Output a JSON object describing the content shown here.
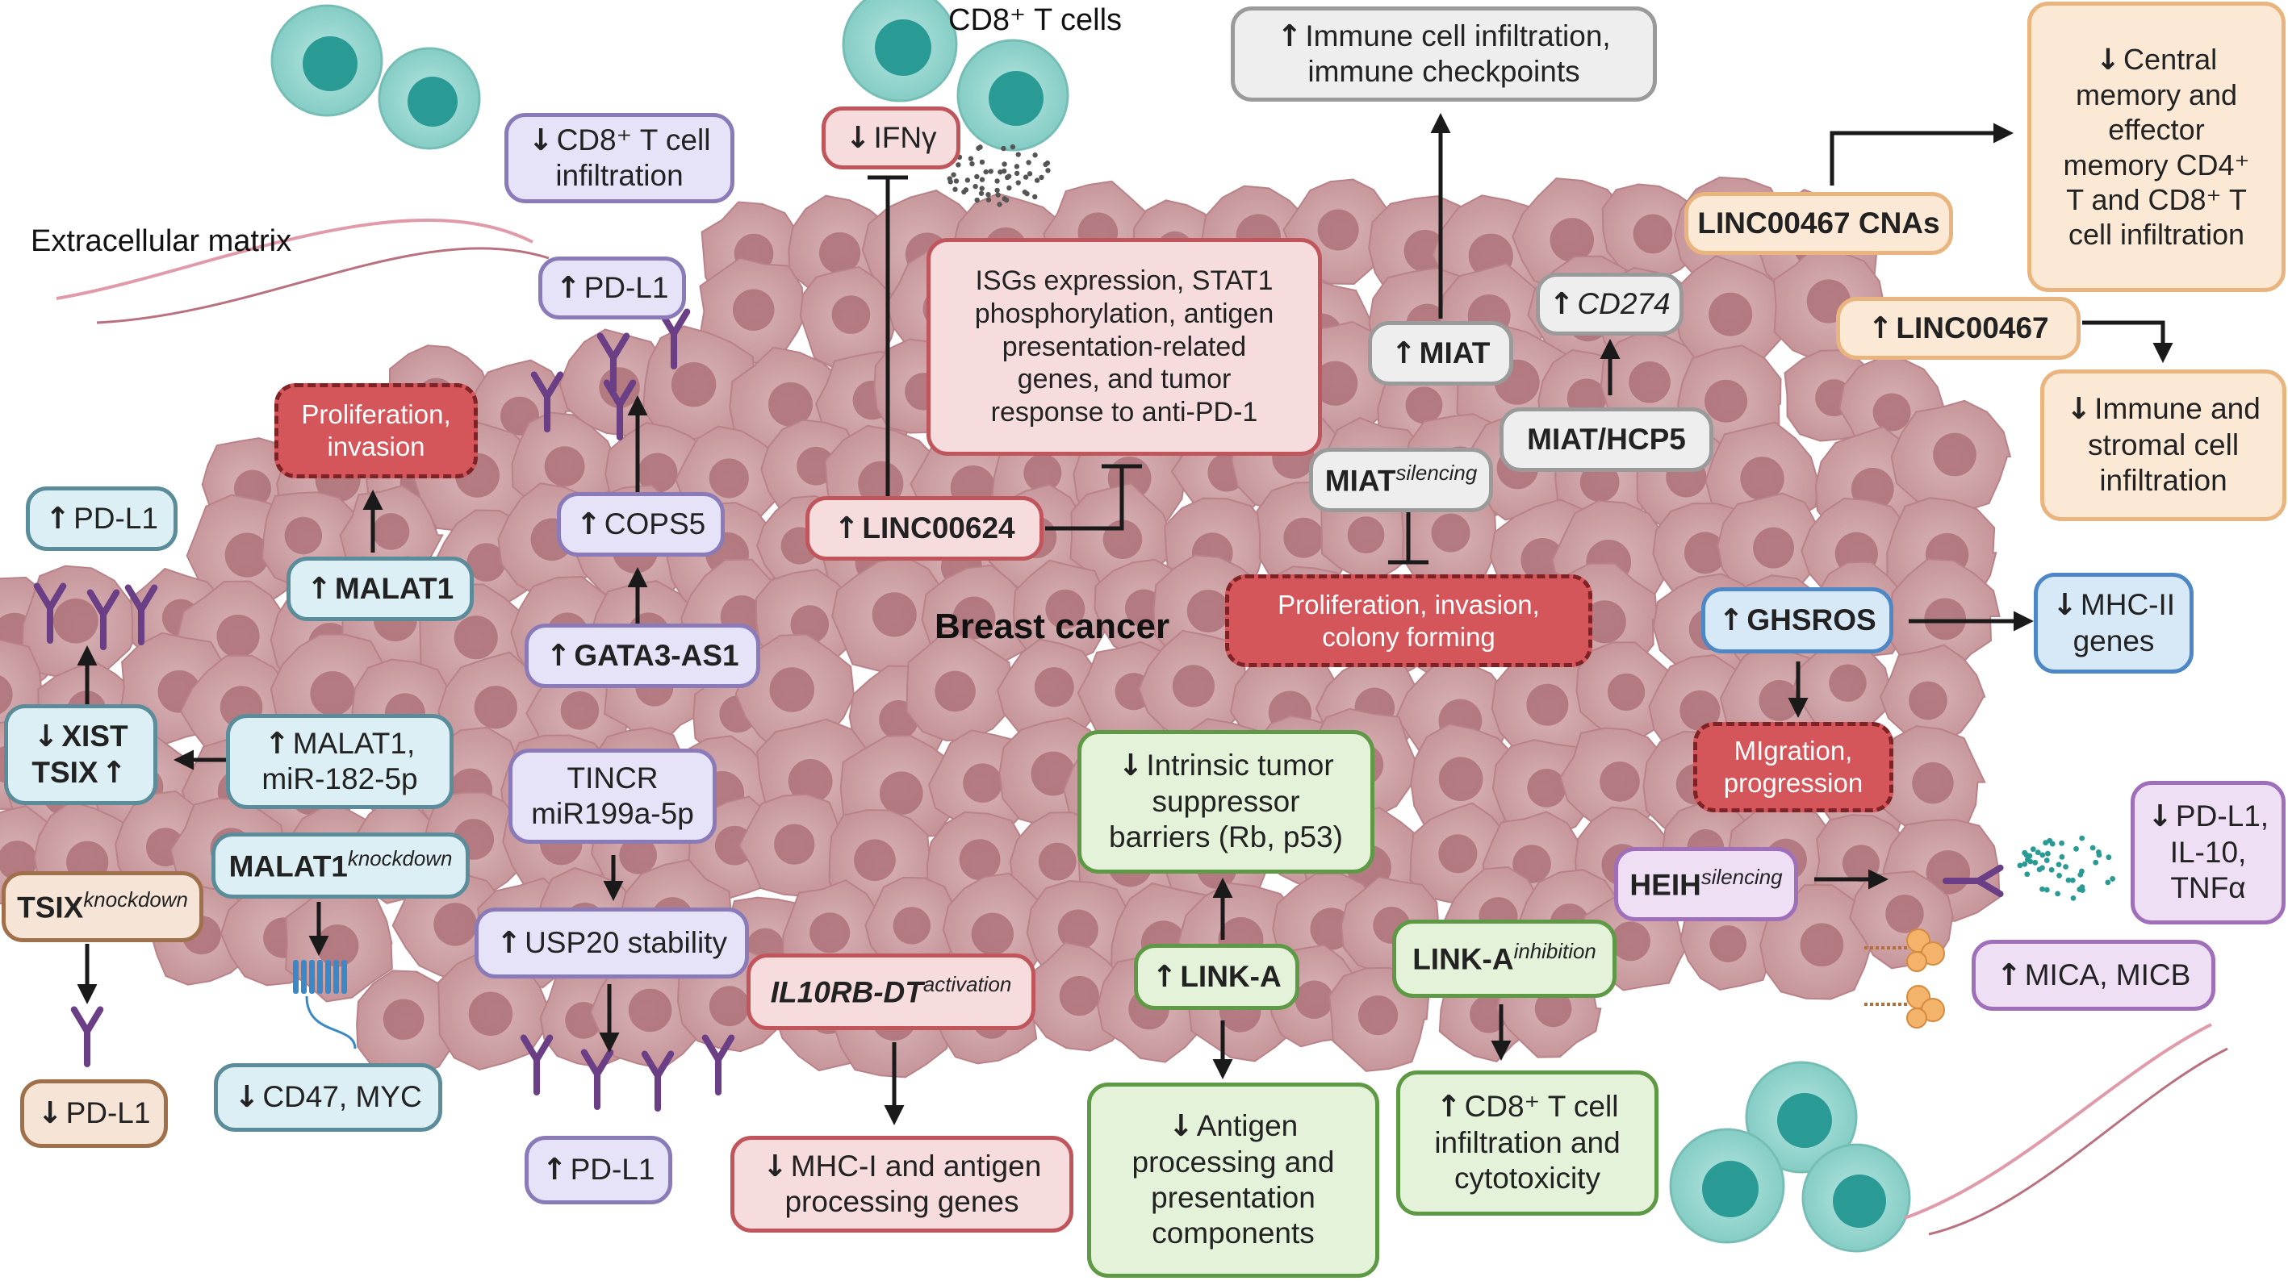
{
  "labels": {
    "cd8_t_cells": "CD8⁺ T cells",
    "extracellular_matrix": "Extracellular matrix",
    "breast_cancer": "Breast cancer"
  },
  "boxes": {
    "cd8_infiltration_down": {
      "arrow": "down",
      "lines": [
        "CD8⁺ T cell",
        "infiltration"
      ]
    },
    "ifng": {
      "arrow": "down",
      "lines": [
        "IFNγ"
      ]
    },
    "immune_infiltration_up": {
      "arrow": "up",
      "lines": [
        "Immune cell infiltration,",
        "immune checkpoints"
      ]
    },
    "central_memory": {
      "arrow": "down",
      "lines": [
        "Central",
        "memory and",
        "effector",
        "memory CD4⁺",
        "T and CD8⁺ T",
        "cell infiltration"
      ]
    },
    "linc00467_cnas": {
      "lines": [
        "LINC00467 CNAs"
      ]
    },
    "linc00467": {
      "arrow": "up",
      "lines": [
        "LINC00467"
      ]
    },
    "immune_stromal": {
      "arrow": "down",
      "lines": [
        "Immune and",
        "stromal cell",
        "infiltration"
      ]
    },
    "pdl1_top": {
      "arrow": "up",
      "lines": [
        "PD-L1"
      ]
    },
    "isgs": {
      "lines": [
        "ISGs expression, STAT1",
        "phosphorylation, antigen",
        "presentation-related",
        "genes, and tumor",
        "response to anti-PD-1"
      ]
    },
    "miat": {
      "arrow": "up",
      "lines": [
        "MIAT"
      ]
    },
    "cd274": {
      "arrow": "up",
      "lines": [
        "CD274"
      ]
    },
    "miat_hcp5": {
      "lines": [
        "MIAT/HCP5"
      ]
    },
    "miat_silencing": {
      "main": "MIAT",
      "sup": "silencing"
    },
    "prolif_invasion_small": {
      "lines": [
        "Proliferation,",
        "invasion"
      ]
    },
    "cops5": {
      "arrow": "up",
      "lines": [
        "COPS5"
      ]
    },
    "linc00624": {
      "arrow": "up",
      "lines": [
        "LINC00624"
      ]
    },
    "malat1_top": {
      "arrow": "up",
      "lines": [
        "MALAT1"
      ]
    },
    "gata3_as1": {
      "arrow": "up",
      "lines": [
        "GATA3-AS1"
      ]
    },
    "pdl1_left": {
      "arrow": "up",
      "lines": [
        "PD-L1"
      ]
    },
    "prolif_colony": {
      "lines": [
        "Proliferation, invasion,",
        "colony forming"
      ]
    },
    "ghsros": {
      "arrow": "up",
      "lines": [
        "GHSROS"
      ]
    },
    "mhc2": {
      "arrow": "down",
      "lines": [
        "MHC-II",
        "genes"
      ]
    },
    "xist_tsix": {
      "xist": "XIST",
      "tsix": "TSIX"
    },
    "malat1_mir": {
      "arrow": "up",
      "lines": [
        "MALAT1,",
        "miR-182-5p"
      ]
    },
    "tincr": {
      "lines": [
        "TINCR",
        "miR199a-5p"
      ]
    },
    "intrinsic": {
      "arrow": "down",
      "lines": [
        "Intrinsic tumor",
        "suppressor",
        "barriers (Rb, p53)"
      ]
    },
    "migration": {
      "lines": [
        "MIgration,",
        "progression"
      ]
    },
    "malat1_kd": {
      "main": "MALAT1",
      "sup": "knockdown"
    },
    "tsix_kd": {
      "main": "TSIX",
      "sup": "knockdown"
    },
    "usp20": {
      "arrow": "up",
      "lines": [
        "USP20 stability"
      ]
    },
    "heih": {
      "main": "HEIH",
      "sup": "silencing"
    },
    "pdl1_il10": {
      "arrow": "down",
      "lines": [
        "PD-L1,",
        "IL-10,",
        "TNFα"
      ]
    },
    "il10rb": {
      "main": "IL10RB-DT",
      "sup": "activation"
    },
    "link_a": {
      "arrow": "up",
      "lines": [
        "LINK-A"
      ]
    },
    "link_a_inh": {
      "main": "LINK-A",
      "sup": "inhibition"
    },
    "mica": {
      "arrow": "up",
      "lines": [
        "MICA, MICB"
      ]
    },
    "pdl1_bottom_left": {
      "arrow": "down",
      "lines": [
        "PD-L1"
      ]
    },
    "cd47": {
      "arrow": "down",
      "lines": [
        "CD47, MYC"
      ]
    },
    "pdl1_bottom": {
      "arrow": "up",
      "lines": [
        "PD-L1"
      ]
    },
    "mhc1": {
      "arrow": "down",
      "lines": [
        "MHC-I and antigen",
        "processing genes"
      ]
    },
    "antigen_processing": {
      "arrow": "down",
      "lines": [
        "Antigen",
        "processing and",
        "presentation",
        "components"
      ]
    },
    "cd8_cyto": {
      "arrow": "up",
      "lines": [
        "CD8⁺ T cell",
        "infiltration and",
        "cytotoxicity"
      ]
    }
  },
  "colors": {
    "tumor_fill": "#c9a0a4",
    "tumor_dark": "#a86a72",
    "tcell_outer": "#8fd3cc",
    "tcell_nucleus": "#2a9a95",
    "receptor": "#6b3f86",
    "arrow": "#1a1a1a"
  }
}
